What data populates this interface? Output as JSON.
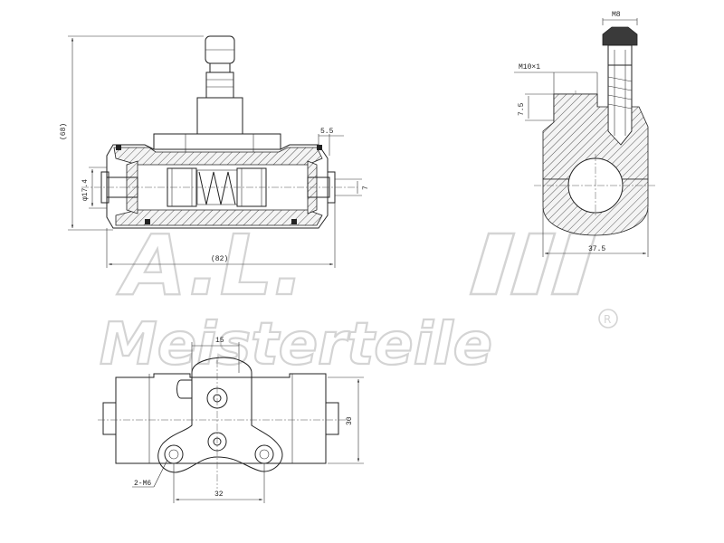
{
  "dimensions": {
    "height_total": "(68)",
    "length_total": "(82)",
    "bore_dia": "φ17.4",
    "offset_55": "5.5",
    "offset_7": "7",
    "thread_m8": "M8",
    "thread_m10": "M10×1",
    "depth_75": "7.5",
    "width_375": "37.5",
    "width_15": "15",
    "height_30": "30",
    "spacing_32": "32",
    "mount_2m6": "2-M6"
  },
  "watermark": {
    "logo_text": "A.L.",
    "brand_text": "Meisterteile",
    "registered_mark": "R"
  }
}
